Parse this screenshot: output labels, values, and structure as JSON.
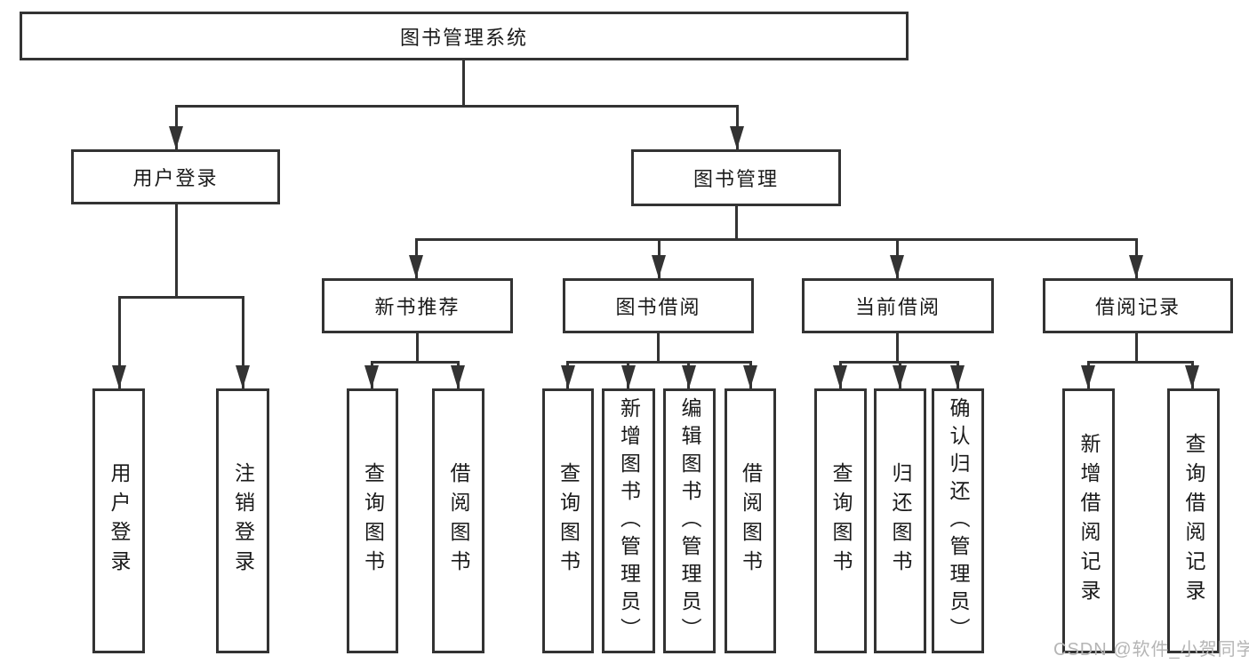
{
  "title": "图书管理系统",
  "watermark": "CSDN @软件_小贺同学",
  "colors": {
    "line": "#333333",
    "text": "#1a1a1a",
    "watermark": "#b5b5b5",
    "background": "#ffffff"
  },
  "level2": [
    {
      "label": "用户登录",
      "parent": "图书管理系统"
    },
    {
      "label": "图书管理",
      "parent": "图书管理系统"
    }
  ],
  "level3": [
    {
      "label": "新书推荐",
      "parent": "图书管理"
    },
    {
      "label": "图书借阅",
      "parent": "图书管理"
    },
    {
      "label": "当前借阅",
      "parent": "图书管理"
    },
    {
      "label": "借阅记录",
      "parent": "图书管理"
    }
  ],
  "leaves": [
    {
      "label": "用户登录",
      "parent": "用户登录"
    },
    {
      "label": "注销登录",
      "parent": "用户登录"
    },
    {
      "label": "查询图书",
      "parent": "新书推荐"
    },
    {
      "label": "借阅图书",
      "parent": "新书推荐"
    },
    {
      "label": "查询图书",
      "parent": "图书借阅"
    },
    {
      "label": "新增图书（管理员）",
      "parent": "图书借阅"
    },
    {
      "label": "编辑图书（管理员）",
      "parent": "图书借阅"
    },
    {
      "label": "借阅图书",
      "parent": "图书借阅"
    },
    {
      "label": "查询图书",
      "parent": "当前借阅"
    },
    {
      "label": "归还图书",
      "parent": "当前借阅"
    },
    {
      "label": "确认归还（管理员）",
      "parent": "当前借阅"
    },
    {
      "label": "新增借阅记录",
      "parent": "借阅记录"
    },
    {
      "label": "查询借阅记录",
      "parent": "借阅记录"
    }
  ]
}
